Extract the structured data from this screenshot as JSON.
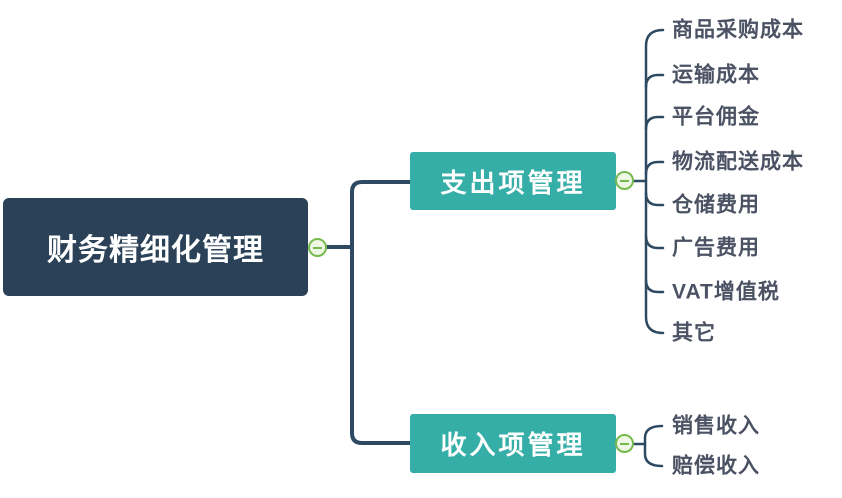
{
  "root": {
    "label": "财务精细化管理"
  },
  "branches": [
    {
      "label": "支出项管理",
      "children": [
        "商品采购成本",
        "运输成本",
        "平台佣金",
        "物流配送成本",
        "仓储费用",
        "广告费用",
        "VAT增值税",
        "其它"
      ]
    },
    {
      "label": "收入项管理",
      "children": [
        "销售收入",
        "赔偿收入"
      ]
    }
  ],
  "colors": {
    "canvas_bg": "#ffffff",
    "root_bg": "#2a4157",
    "root_text": "#ffffff",
    "branch_bg": "#35aea7",
    "branch_text": "#ffffff",
    "connector": "#2e4a63",
    "collapse_green": "#76ba4e",
    "collapse_fill": "#eef6e4",
    "leaf_text": "#4a5263"
  }
}
